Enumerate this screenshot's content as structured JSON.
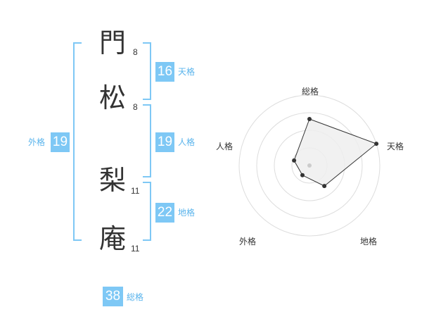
{
  "name_chars": [
    {
      "char": "門",
      "strokes": "8"
    },
    {
      "char": "松",
      "strokes": "8"
    },
    {
      "char": "梨",
      "strokes": "11"
    },
    {
      "char": "庵",
      "strokes": "11"
    }
  ],
  "fortunes": {
    "tenkaku": {
      "value": "16",
      "label": "天格"
    },
    "jinkaku": {
      "value": "19",
      "label": "人格"
    },
    "chikaku": {
      "value": "22",
      "label": "地格"
    },
    "gaikaku": {
      "value": "19",
      "label": "外格"
    },
    "soukaku": {
      "value": "38",
      "label": "総格"
    }
  },
  "radar": {
    "axes": [
      "総格",
      "天格",
      "地格",
      "外格",
      "人格"
    ],
    "levels": 4,
    "values": [
      0.66,
      1.0,
      0.36,
      0.17,
      0.23
    ],
    "colors": {
      "fill": "#efefef",
      "stroke": "#333333",
      "grid": "#dddddd",
      "center": "#cccccc"
    }
  }
}
